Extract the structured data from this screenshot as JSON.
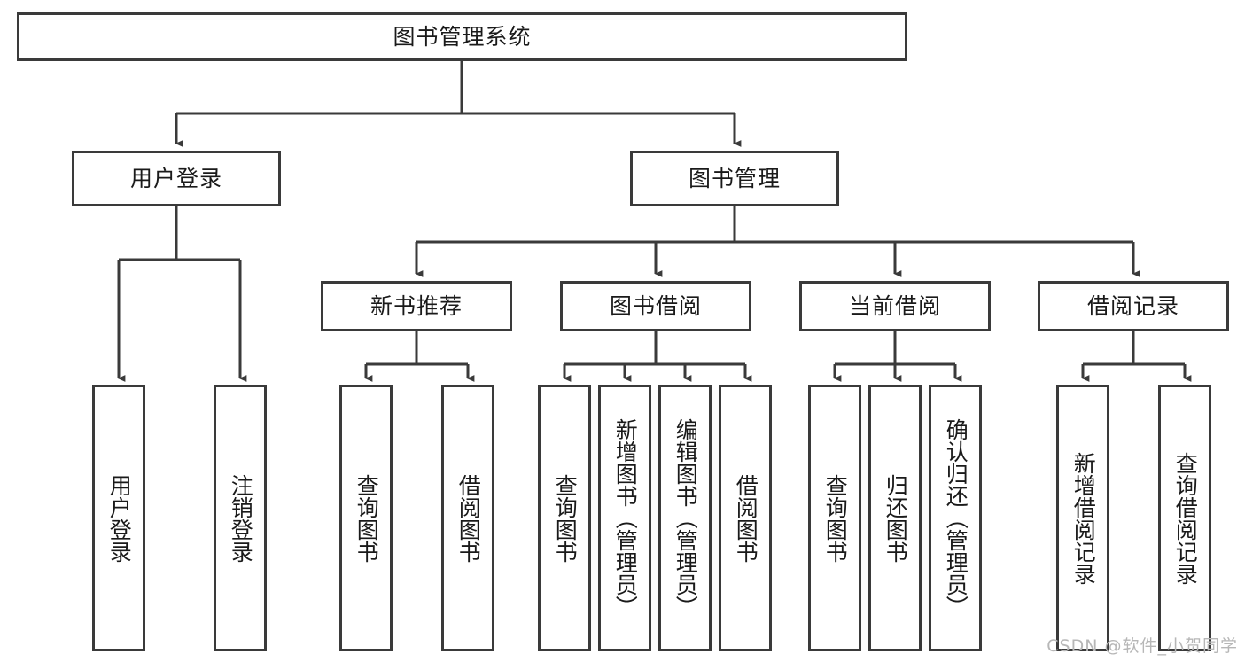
{
  "diagram": {
    "title_node": {
      "label": "图书管理系统"
    },
    "level2": [
      {
        "label": "用户登录"
      },
      {
        "label": "图书管理"
      }
    ],
    "level3": [
      {
        "label": "新书推荐"
      },
      {
        "label": "图书借阅"
      },
      {
        "label": "当前借阅"
      },
      {
        "label": "借阅记录"
      }
    ],
    "leaves": {
      "user_login": [
        {
          "label": "用户登录"
        },
        {
          "label": "注销登录"
        }
      ],
      "new_book": [
        {
          "label": "查询图书"
        },
        {
          "label": "借阅图书"
        }
      ],
      "borrow_book": [
        {
          "label": "查询图书"
        },
        {
          "label": "新增图书（管理员）"
        },
        {
          "label": "编辑图书（管理员）"
        },
        {
          "label": "借阅图书"
        }
      ],
      "current_borrow": [
        {
          "label": "查询图书"
        },
        {
          "label": "归还图书"
        },
        {
          "label": "确认归还（管理员）"
        }
      ],
      "borrow_record": [
        {
          "label": "新增借阅记录"
        },
        {
          "label": "查询借阅记录"
        }
      ]
    }
  },
  "watermark": {
    "text": "CSDN @软件_小贺同学"
  },
  "colors": {
    "border": "#3a3a3a",
    "background": "#ffffff",
    "text": "#1a1a1a",
    "watermark": "#b7b7b7"
  }
}
